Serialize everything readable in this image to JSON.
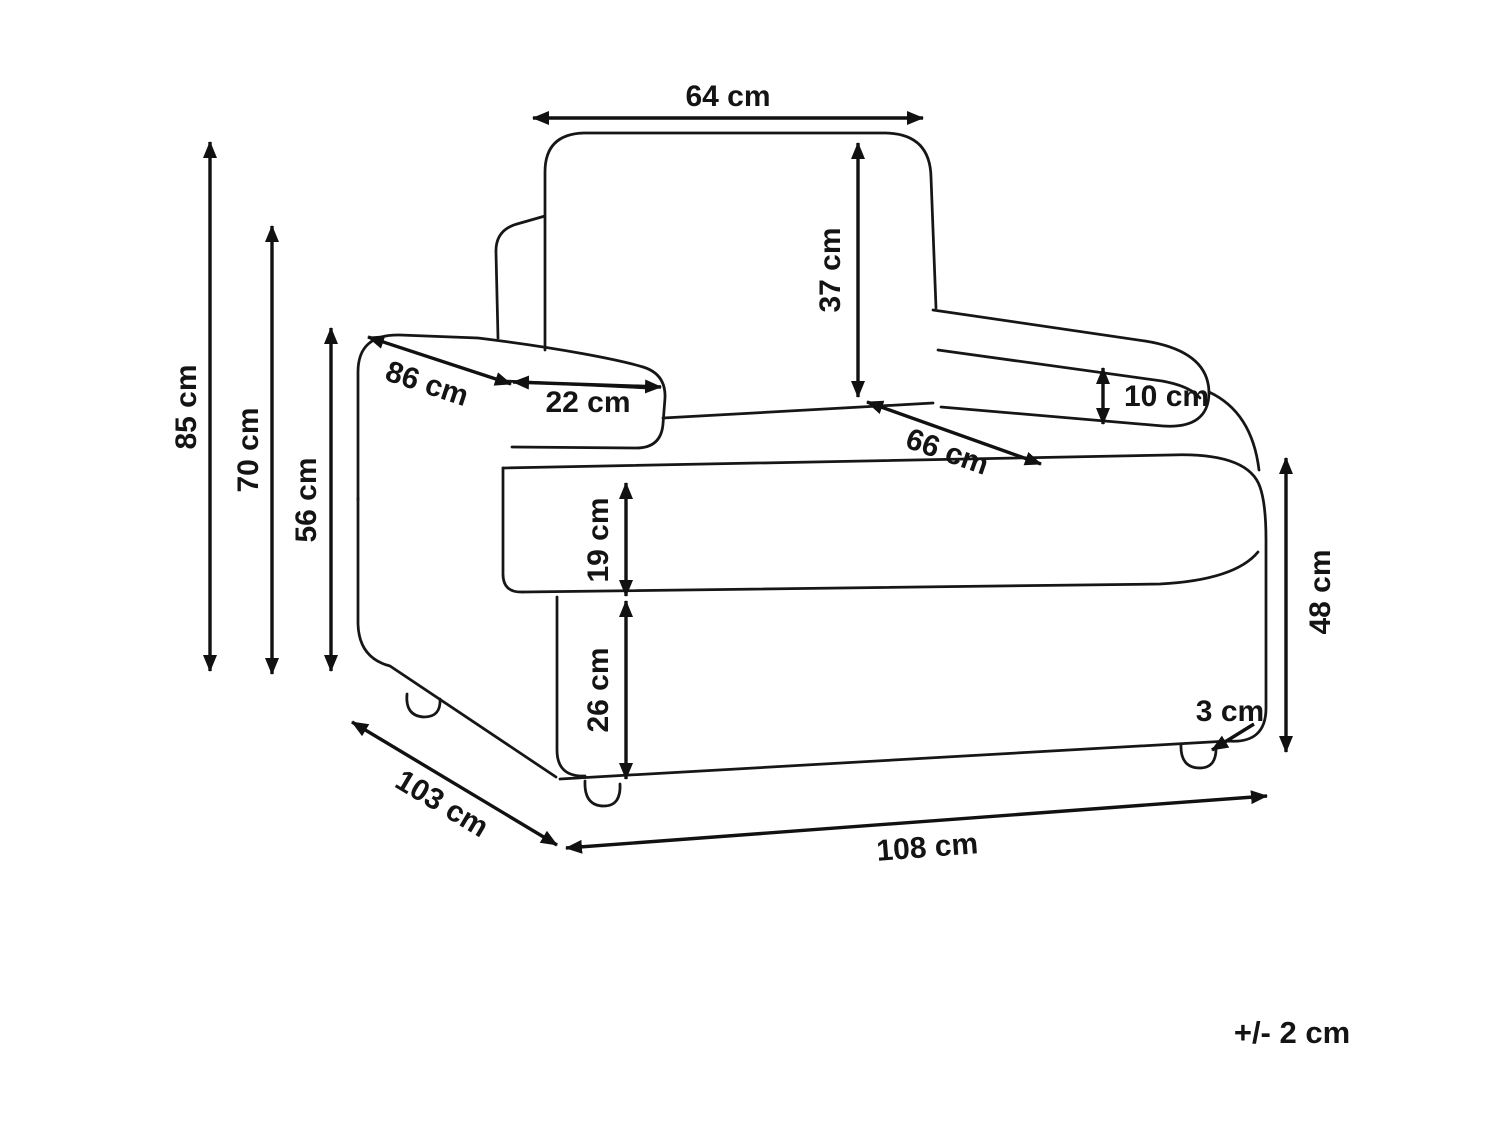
{
  "diagram": {
    "subject": "armchair-dimension-drawing",
    "unit": "cm",
    "tolerance_note": "+/- 2 cm"
  },
  "dimensions": {
    "backrest_width": {
      "label": "64 cm",
      "value": 64
    },
    "backrest_height": {
      "label": "37 cm",
      "value": 37
    },
    "overall_height": {
      "label": "85 cm",
      "value": 85
    },
    "back_height": {
      "label": "70 cm",
      "value": 70
    },
    "armrest_height": {
      "label": "56 cm",
      "value": 56
    },
    "armrest_length": {
      "label": "86 cm",
      "value": 86
    },
    "armrest_width": {
      "label": "22 cm",
      "value": 22
    },
    "seat_depth": {
      "label": "66 cm",
      "value": 66
    },
    "armrest_thickness": {
      "label": "10 cm",
      "value": 10
    },
    "seat_cushion_height": {
      "label": "19 cm",
      "value": 19
    },
    "base_height": {
      "label": "26 cm",
      "value": 26
    },
    "side_height": {
      "label": "48 cm",
      "value": 48
    },
    "leg_height": {
      "label": "3 cm",
      "value": 3
    },
    "overall_depth": {
      "label": "103 cm",
      "value": 103
    },
    "overall_width": {
      "label": "108 cm",
      "value": 108
    }
  }
}
